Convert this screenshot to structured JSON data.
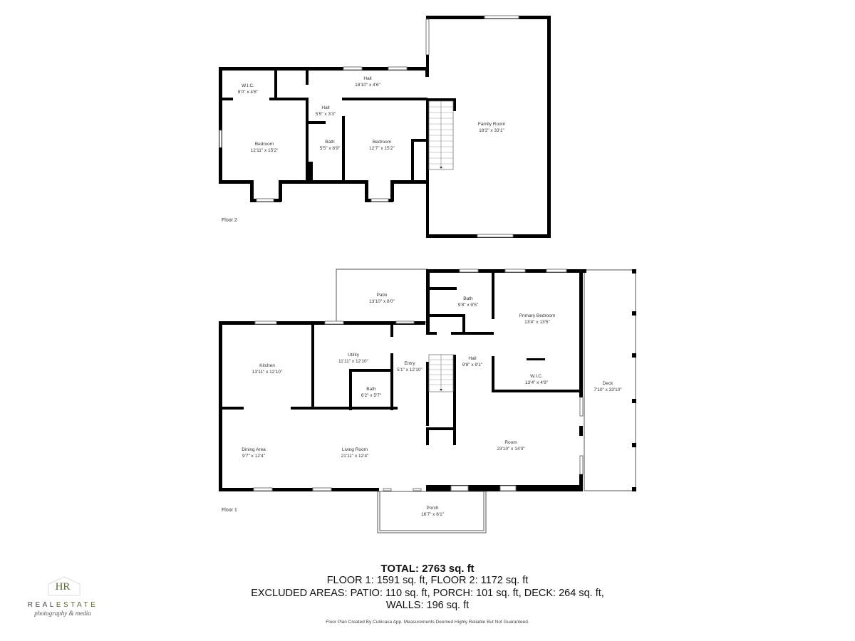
{
  "floor2": {
    "label": "Floor 2",
    "rooms": [
      {
        "name": "W.I.C.",
        "dims": "8'0\" x 4'6\""
      },
      {
        "name": "Hall",
        "dims": "18'10\" x 4'6\""
      },
      {
        "name": "Hall",
        "dims": "5'5\" x 3'3\""
      },
      {
        "name": "Bedroom",
        "dims": "12'11\" x 15'2\""
      },
      {
        "name": "Bath",
        "dims": "5'5\" x 8'9\""
      },
      {
        "name": "Bedroom",
        "dims": "12'7\" x 15'2\""
      },
      {
        "name": "Family Room",
        "dims": "18'2\" x 33'1\""
      }
    ]
  },
  "floor1": {
    "label": "Floor 1",
    "rooms": [
      {
        "name": "Patio",
        "dims": "13'10\" x 8'0\""
      },
      {
        "name": "Bath",
        "dims": "9'8\" x 9'5\""
      },
      {
        "name": "Primary Bedroom",
        "dims": "13'4\" x 13'5\""
      },
      {
        "name": "Kitchen",
        "dims": "13'11\" x 12'10\""
      },
      {
        "name": "Utility",
        "dims": "11'11\" x 12'10\""
      },
      {
        "name": "Entry",
        "dims": "5'1\" x 12'10\""
      },
      {
        "name": "Hall",
        "dims": "9'8\" x 9'1\""
      },
      {
        "name": "W.I.C.",
        "dims": "13'4\" x 4'9\""
      },
      {
        "name": "Deck",
        "dims": "7'10\" x 33'10\""
      },
      {
        "name": "Bath",
        "dims": "6'2\" x 5'7\""
      },
      {
        "name": "Dining Area",
        "dims": "9'7\" x 12'4\""
      },
      {
        "name": "Living Room",
        "dims": "21'11\" x 12'4\""
      },
      {
        "name": "Room",
        "dims": "23'10\" x 14'3\""
      },
      {
        "name": "Porch",
        "dims": "16'7\" x 6'1\""
      }
    ]
  },
  "summary": {
    "total": "TOTAL: 2763 sq. ft",
    "floors": "FLOOR 1: 1591 sq. ft, FLOOR 2: 1172 sq. ft",
    "excluded": "EXCLUDED AREAS: PATIO: 110 sq. ft, PORCH: 101 sq. ft, DECK: 264 sq. ft,",
    "walls": "WALLS: 196 sq. ft",
    "disclaimer": "Floor Plan Created By Cubicasa App. Measurements Deemed Highly Reliable But Not Guaranteed."
  },
  "logo": {
    "monogram": "HR",
    "brand_a": "REAL",
    "brand_b": "ESTATE",
    "tagline": "photography & media",
    "accent_color": "#5a6b3a"
  }
}
